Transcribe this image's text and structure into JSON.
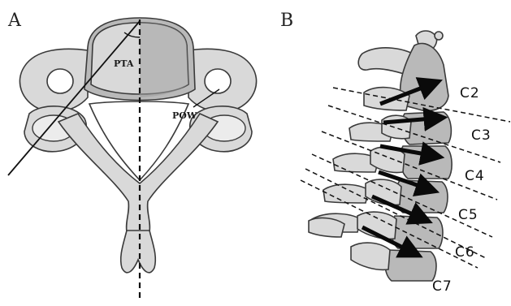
{
  "panels": {
    "a": {
      "letter": "A",
      "labels": {
        "pta": "PTA",
        "pow": "POW"
      }
    },
    "b": {
      "letter": "B",
      "levels": [
        "C2",
        "C3",
        "C4",
        "C5",
        "C6",
        "C7"
      ]
    }
  },
  "colors": {
    "bone": "#d9d9d9",
    "bone_shadow": "#b9b9b9",
    "lines": "#111111"
  }
}
